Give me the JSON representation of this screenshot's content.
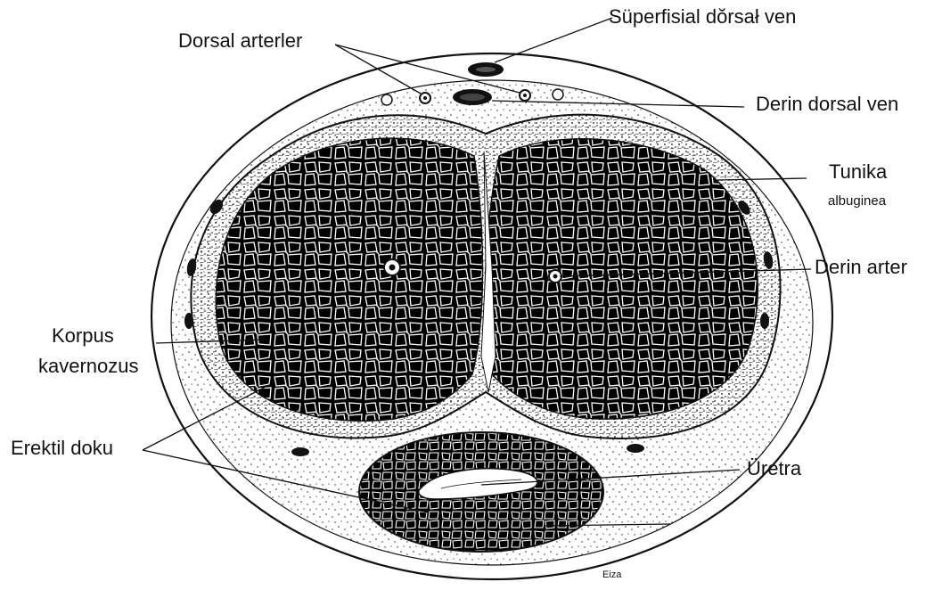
{
  "labels": {
    "superficial_dorsal_vein": "Süperfisial dŏrsał ven",
    "dorsal_arteries": "Dorsal arterler",
    "deep_dorsal_vein": "Derin dorsal ven",
    "tunica_1": "Tunika",
    "tunica_2": "albuginea",
    "deep_artery": "Derin arter",
    "corpus_1": "Korpus",
    "corpus_2": "kavernozus",
    "erectile_tissue": "Erektil doku",
    "urethra": "Üretra"
  },
  "signature": "Eiza",
  "colors": {
    "ink": "#111111",
    "paper": "#ffffff"
  }
}
